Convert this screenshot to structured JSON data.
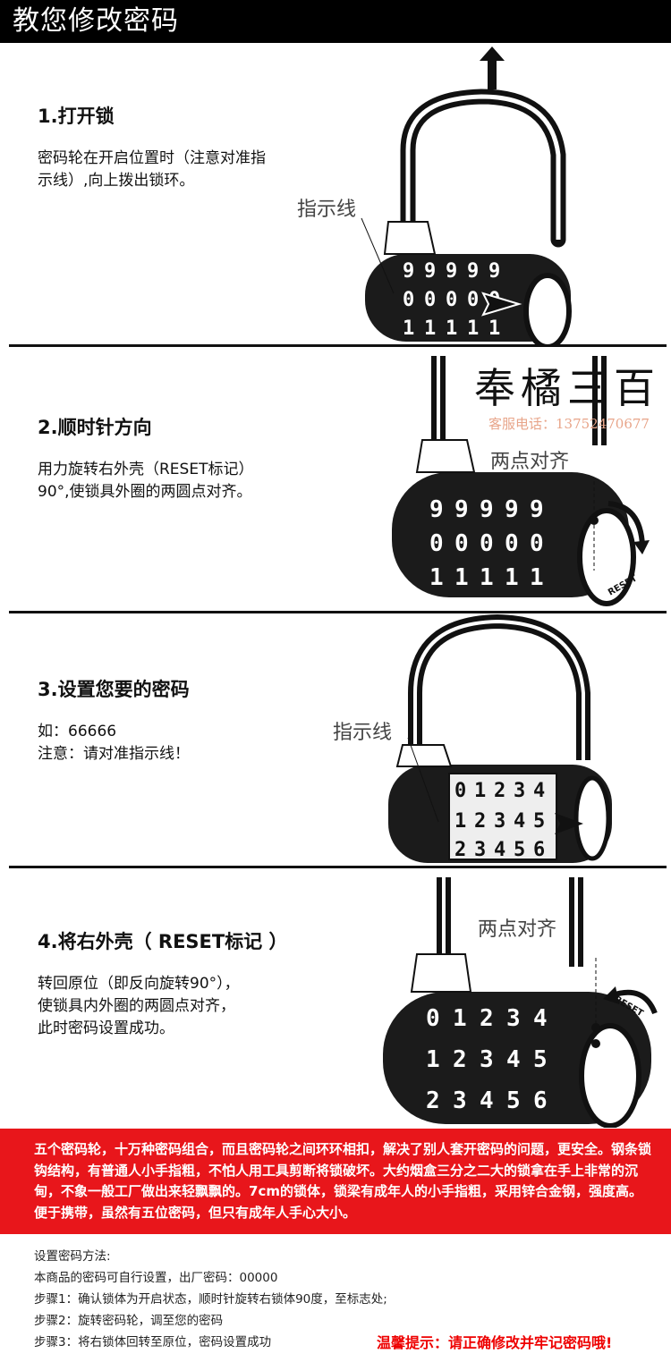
{
  "header": {
    "title": "教您修改密码"
  },
  "steps": [
    {
      "title": "1.打开锁",
      "body": [
        "密码轮在开启位置时（注意对准指",
        "示线）,向上拨出锁环。"
      ],
      "note": "指示线"
    },
    {
      "title": "2.顺时针方向",
      "body": [
        "用力旋转右外壳（RESET标记）",
        "90°,使锁具外圈的两圆点对齐。"
      ],
      "note": "两点对齐"
    },
    {
      "title": "3.设置您要的密码",
      "body": [
        "如：66666",
        "注意：请对准指示线！"
      ],
      "note": "指示线"
    },
    {
      "title": "4.将右外壳（ RESET标记 ）",
      "body": [
        "转回原位（即反向旋转90°），",
        "使锁具内外圈的两圆点对齐，",
        "此时密码设置成功。"
      ],
      "note": "两点对齐"
    }
  ],
  "brand": {
    "name": "奉橘三百",
    "service": "客服电话：13752470677"
  },
  "dial_labels": {
    "step1_row1": [
      "9",
      "9",
      "9",
      "9",
      "9"
    ],
    "step1_row2": [
      "0",
      "0",
      "0",
      "0",
      "0"
    ],
    "step1_row3": [
      "1",
      "1",
      "1",
      "1",
      "1"
    ],
    "step2_row1": [
      "9",
      "9",
      "9",
      "9",
      "9"
    ],
    "step2_row2": [
      "0",
      "0",
      "0",
      "0",
      "0"
    ],
    "step2_row3": [
      "1",
      "1",
      "1",
      "1",
      "1"
    ],
    "step3_row1": [
      "0",
      "1",
      "2",
      "3",
      "4"
    ],
    "step3_row2": [
      "1",
      "2",
      "3",
      "4",
      "5"
    ],
    "step3_row3": [
      "2",
      "3",
      "4",
      "5",
      "6"
    ],
    "step4_row1": [
      "0",
      "1",
      "2",
      "3",
      "4"
    ],
    "step4_row2": [
      "1",
      "2",
      "3",
      "4",
      "5"
    ],
    "step4_row3": [
      "2",
      "3",
      "4",
      "5",
      "6"
    ],
    "reset": "RESET"
  },
  "promo": "五个密码轮，十万种密码组合，而且密码轮之间环环相扣，解决了别人套开密码的问题，更安全。钢条锁钩结构，有普通人小手指粗，不怕人用工具剪断将锁破坏。大约烟盒三分之二大的锁拿在手上非常的沉甸，不象一般工厂做出来轻飘飘的。7cm的锁体，锁梁有成年人的小手指粗，采用锌合金钢，强度高。便于携带，虽然有五位密码，但只有成年人手心大小。",
  "howto": {
    "heading": "设置密码方法:",
    "lines": [
      "本商品的密码可自行设置，出厂密码：00000",
      "步骤1：确认锁体为开启状态，顺时针旋转右锁体90度，至标志处;",
      "步骤2：旋转密码轮，调至您的密码",
      "步骤3：将右锁体回转至原位，密码设置成功"
    ]
  },
  "tip": "温馨提示：请正确修改并牢记密码哦!"
}
